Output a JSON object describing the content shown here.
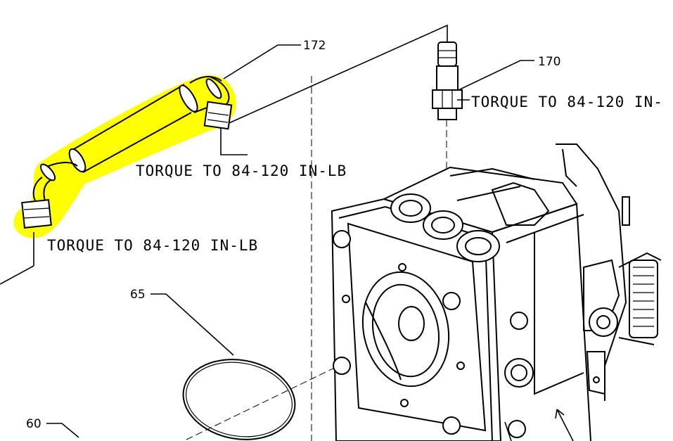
{
  "callouts": {
    "c172": "172",
    "c170": "170",
    "c65": "65",
    "c60": "60"
  },
  "torque_notes": {
    "fitting_170": "TORQUE TO 84-120 IN-",
    "hose_upper_fitting": "TORQUE TO 84-120 IN-LB",
    "hose_lower_fitting": "TORQUE TO 84-120 IN-LB"
  },
  "colors": {
    "highlight": "#ffff00",
    "line": "#000000",
    "background": "#ffffff"
  }
}
